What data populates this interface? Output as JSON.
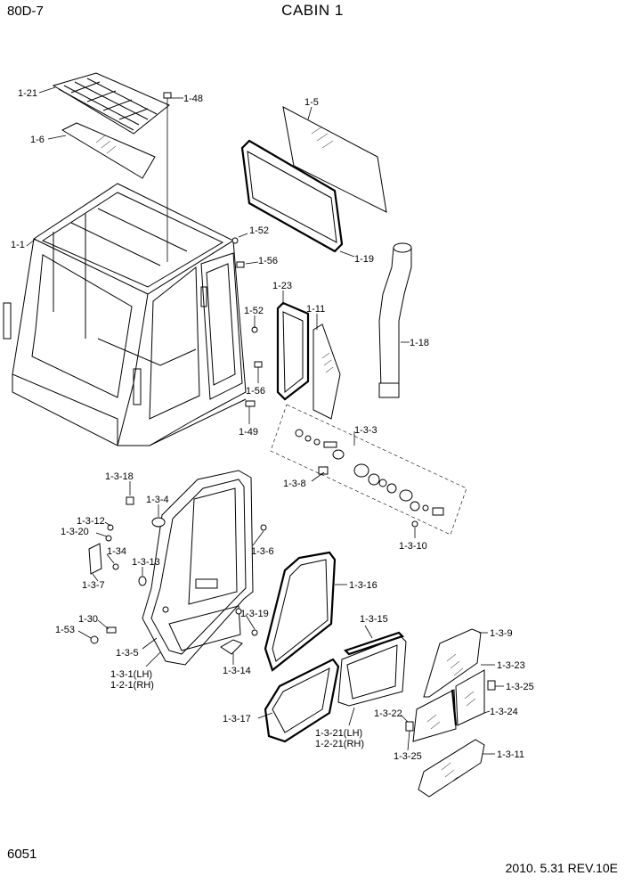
{
  "header": {
    "model": "80D-7",
    "title": "CABIN 1"
  },
  "footer": {
    "page": "6051",
    "revision": "2010. 5.31  REV.10E"
  },
  "labels": {
    "l_1_21": "1-21",
    "l_1_48": "1-48",
    "l_1_6": "1-6",
    "l_1_5": "1-5",
    "l_1_19": "1-19",
    "l_1_1": "1-1",
    "l_1_52a": "1-52",
    "l_1_56a": "1-56",
    "l_1_23": "1-23",
    "l_1_52b": "1-52",
    "l_1_11a": "1-11",
    "l_1_18": "1-18",
    "l_1_56b": "1-56",
    "l_1_49": "1-49",
    "l_1_3_3": "1-3-3",
    "l_1_3_8": "1-3-8",
    "l_1_3_10": "1-3-10",
    "l_1_3_18": "1-3-18",
    "l_1_3_4": "1-3-4",
    "l_1_3_12": "1-3-12",
    "l_1_3_20": "1-3-20",
    "l_1_34": "1-34",
    "l_1_3_13": "1-3-13",
    "l_1_3_6": "1-3-6",
    "l_1_3_7": "1-3-7",
    "l_1_3_16": "1-3-16",
    "l_1_30": "1-30",
    "l_1_53": "1-53",
    "l_1_3_19": "1-3-19",
    "l_1_3_15": "1-3-15",
    "l_1_3_5": "1-3-5",
    "l_1_3_9": "1-3-9",
    "l_1_3_14": "1-3-14",
    "l_1_3_1": "1-3-1(LH)",
    "l_1_2_1": "1-2-1(RH)",
    "l_1_3_23": "1-3-23",
    "l_1_3_25a": "1-3-25",
    "l_1_3_24": "1-3-24",
    "l_1_3_17": "1-3-17",
    "l_1_3_22": "1-3-22",
    "l_1_3_21": "1-3-21(LH)",
    "l_1_2_21": "1-2-21(RH)",
    "l_1_3_25b": "1-3-25",
    "l_1_11b": "1-3-11"
  }
}
